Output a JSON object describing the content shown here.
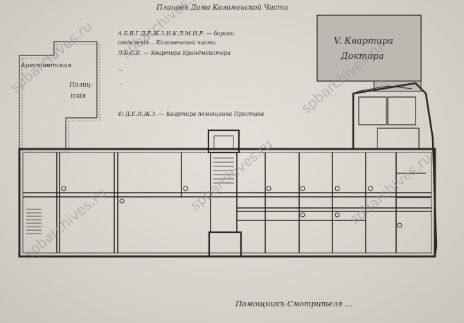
{
  "header": {
    "title": "Плановъ Дома Коломенской Части"
  },
  "legend": {
    "line1": "А.Б.В.Г.Д.Е.Ж.З.И.К.Л.М.Н.Р. — бараки",
    "line2": "отделенія... Коломенской части",
    "line3": "Л.Б.С.Б. — Квартира Брандмейстера",
    "line4": "...",
    "line5": "...",
    "line6": "4) Д.Е.И.Ж.З. — Квартира помощника Пристава"
  },
  "labels": {
    "arsenal": "Арестантская",
    "police": "Полиц-",
    "police2": "іскія",
    "apartment": "V. Квартира",
    "doctor": "Доктора"
  },
  "footer": {
    "signature": "Помощникъ Смотрителя ..."
  },
  "watermarks": [
    "spbarchives.ru",
    "spbarchives.ru",
    "spbarchives.ru",
    "spbarchives.ru",
    "spbarchives.ru",
    "spbarchives.ru"
  ]
}
